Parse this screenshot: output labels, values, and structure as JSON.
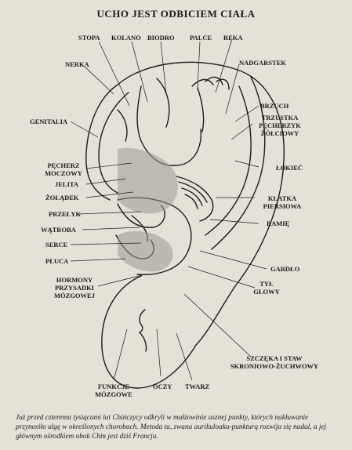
{
  "title": "UCHO JEST ODBICIEM CIAŁA",
  "labels": {
    "stopa": "STOPA",
    "kolano": "KOLANO",
    "biodro": "BIODRO",
    "palce": "PALCE",
    "reka": "RĘKA",
    "nerka": "NERKA",
    "nadgarstek": "NADGARSTEK",
    "genitalia": "GENITALIA",
    "brzuch": "BRZUCH",
    "trzustka": [
      "TRZUSTKA",
      "PĘCHERZYK",
      "ŻÓŁCIOWY"
    ],
    "lokiec": "ŁOKIEĆ",
    "pecherz": [
      "PĘCHERZ",
      "MOCZOWY"
    ],
    "jelita": "JELITA",
    "zoladek": "ŻOŁĄDEK",
    "klatka": [
      "KLATKA",
      "PIERSIOWA"
    ],
    "przelyk": "PRZEŁYK",
    "ramie": "RAMIĘ",
    "watroba": "WĄTROBA",
    "serce": "SERCE",
    "pluca": "PŁUCA",
    "gardlo": "GARDŁO",
    "hormony": [
      "HORMONY",
      "PRZYSADKI",
      "MÓZGOWEJ"
    ],
    "tyl": [
      "TYŁ",
      "GŁOWY"
    ],
    "szczeka": [
      "SZCZĘKA I STAW",
      "SKRONIOWO-ŻUCHWOWY"
    ],
    "funkcje": [
      "FUNKCJE",
      "MÓZGOWE"
    ],
    "oczy": "OCZY",
    "twarz": "TWARZ"
  },
  "caption": "Już przed czterema tysiącami lat Chińczycy odkryli w małżowinie usznej punkty, których nakłuwanie przynosiło ulgę w określonych chorobach. Metoda ta, zwana aurikuloaku-punkturą rozwija się nadal, a jej głównym ośrodkiem obok Chin jest dziś Francja."
}
